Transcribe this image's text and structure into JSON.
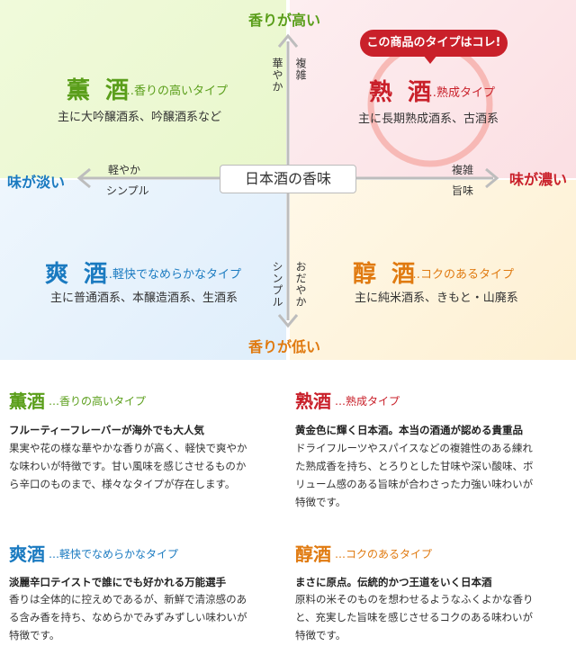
{
  "chart": {
    "axis": {
      "top": "香りが高い",
      "bottom": "香りが低い",
      "left": "味が淡い",
      "right": "味が濃い",
      "center": "日本酒の香味",
      "left_upper": "軽やか",
      "left_lower": "シンプル",
      "right_upper": "複雑",
      "right_lower": "旨味",
      "top_left_vertical": "華やか",
      "top_right_vertical": "複雑",
      "bottom_left_vertical": "シンプル",
      "bottom_right_vertical": "おだやか"
    },
    "badge": "この商品のタイプはコレ!",
    "quadrants": {
      "kun": {
        "title": "薫 酒",
        "sub": "…香りの高いタイプ",
        "desc": "主に大吟醸酒系、吟醸酒系など"
      },
      "juku": {
        "title": "熟 酒",
        "sub": "…熟成タイプ",
        "desc": "主に長期熟成酒系、古酒系"
      },
      "so": {
        "title": "爽 酒",
        "sub": "…軽快でなめらかなタイプ",
        "desc": "主に普通酒系、本醸造酒系、生酒系"
      },
      "jun": {
        "title": "醇 酒",
        "sub": "…コクのあるタイプ",
        "desc": "主に純米酒系、きもと・山廃系"
      }
    },
    "colors": {
      "kun": "#5a9e1a",
      "juku": "#c9202a",
      "so": "#1a7ac0",
      "jun": "#e07a10"
    }
  },
  "sections": {
    "kun": {
      "title": "薫酒",
      "sub": "…香りの高いタイプ",
      "head": "フルーティーフレーバーが海外でも大人気",
      "body": [
        "果実や花の様な華やかな香りが高く、軽快で爽やか",
        "な味わいが特徴です。甘い風味を感じさせるものか",
        "ら辛口のものまで、様々なタイプが存在します。"
      ]
    },
    "juku": {
      "title": "熟酒",
      "sub": "…熟成タイプ",
      "head": "黄金色に輝く日本酒。本当の酒通が認める貴重品",
      "body": [
        "ドライフルーツやスパイスなどの複雑性のある練れ",
        "た熟成香を持ち、とろりとした甘味や深い酸味、ボ",
        "リューム感のある旨味が合わさった力強い味わいが",
        "特徴です。"
      ]
    },
    "so": {
      "title": "爽酒",
      "sub": "…軽快でなめらかなタイプ",
      "head": "淡麗辛口テイストで誰にでも好かれる万能選手",
      "body": [
        "香りは全体的に控えめであるが、新鮮で清涼感のあ",
        "る含み香を持ち、なめらかでみずみずしい味わいが",
        "特徴です。"
      ]
    },
    "jun": {
      "title": "醇酒",
      "sub": "…コクのあるタイプ",
      "head": "まさに原点。伝統的かつ王道をいく日本酒",
      "body": [
        "原料の米そのものを想わせるようなふくよかな香り",
        "と、充実した旨味を感じさせるコクのある味わいが",
        "特徴です。"
      ]
    }
  }
}
